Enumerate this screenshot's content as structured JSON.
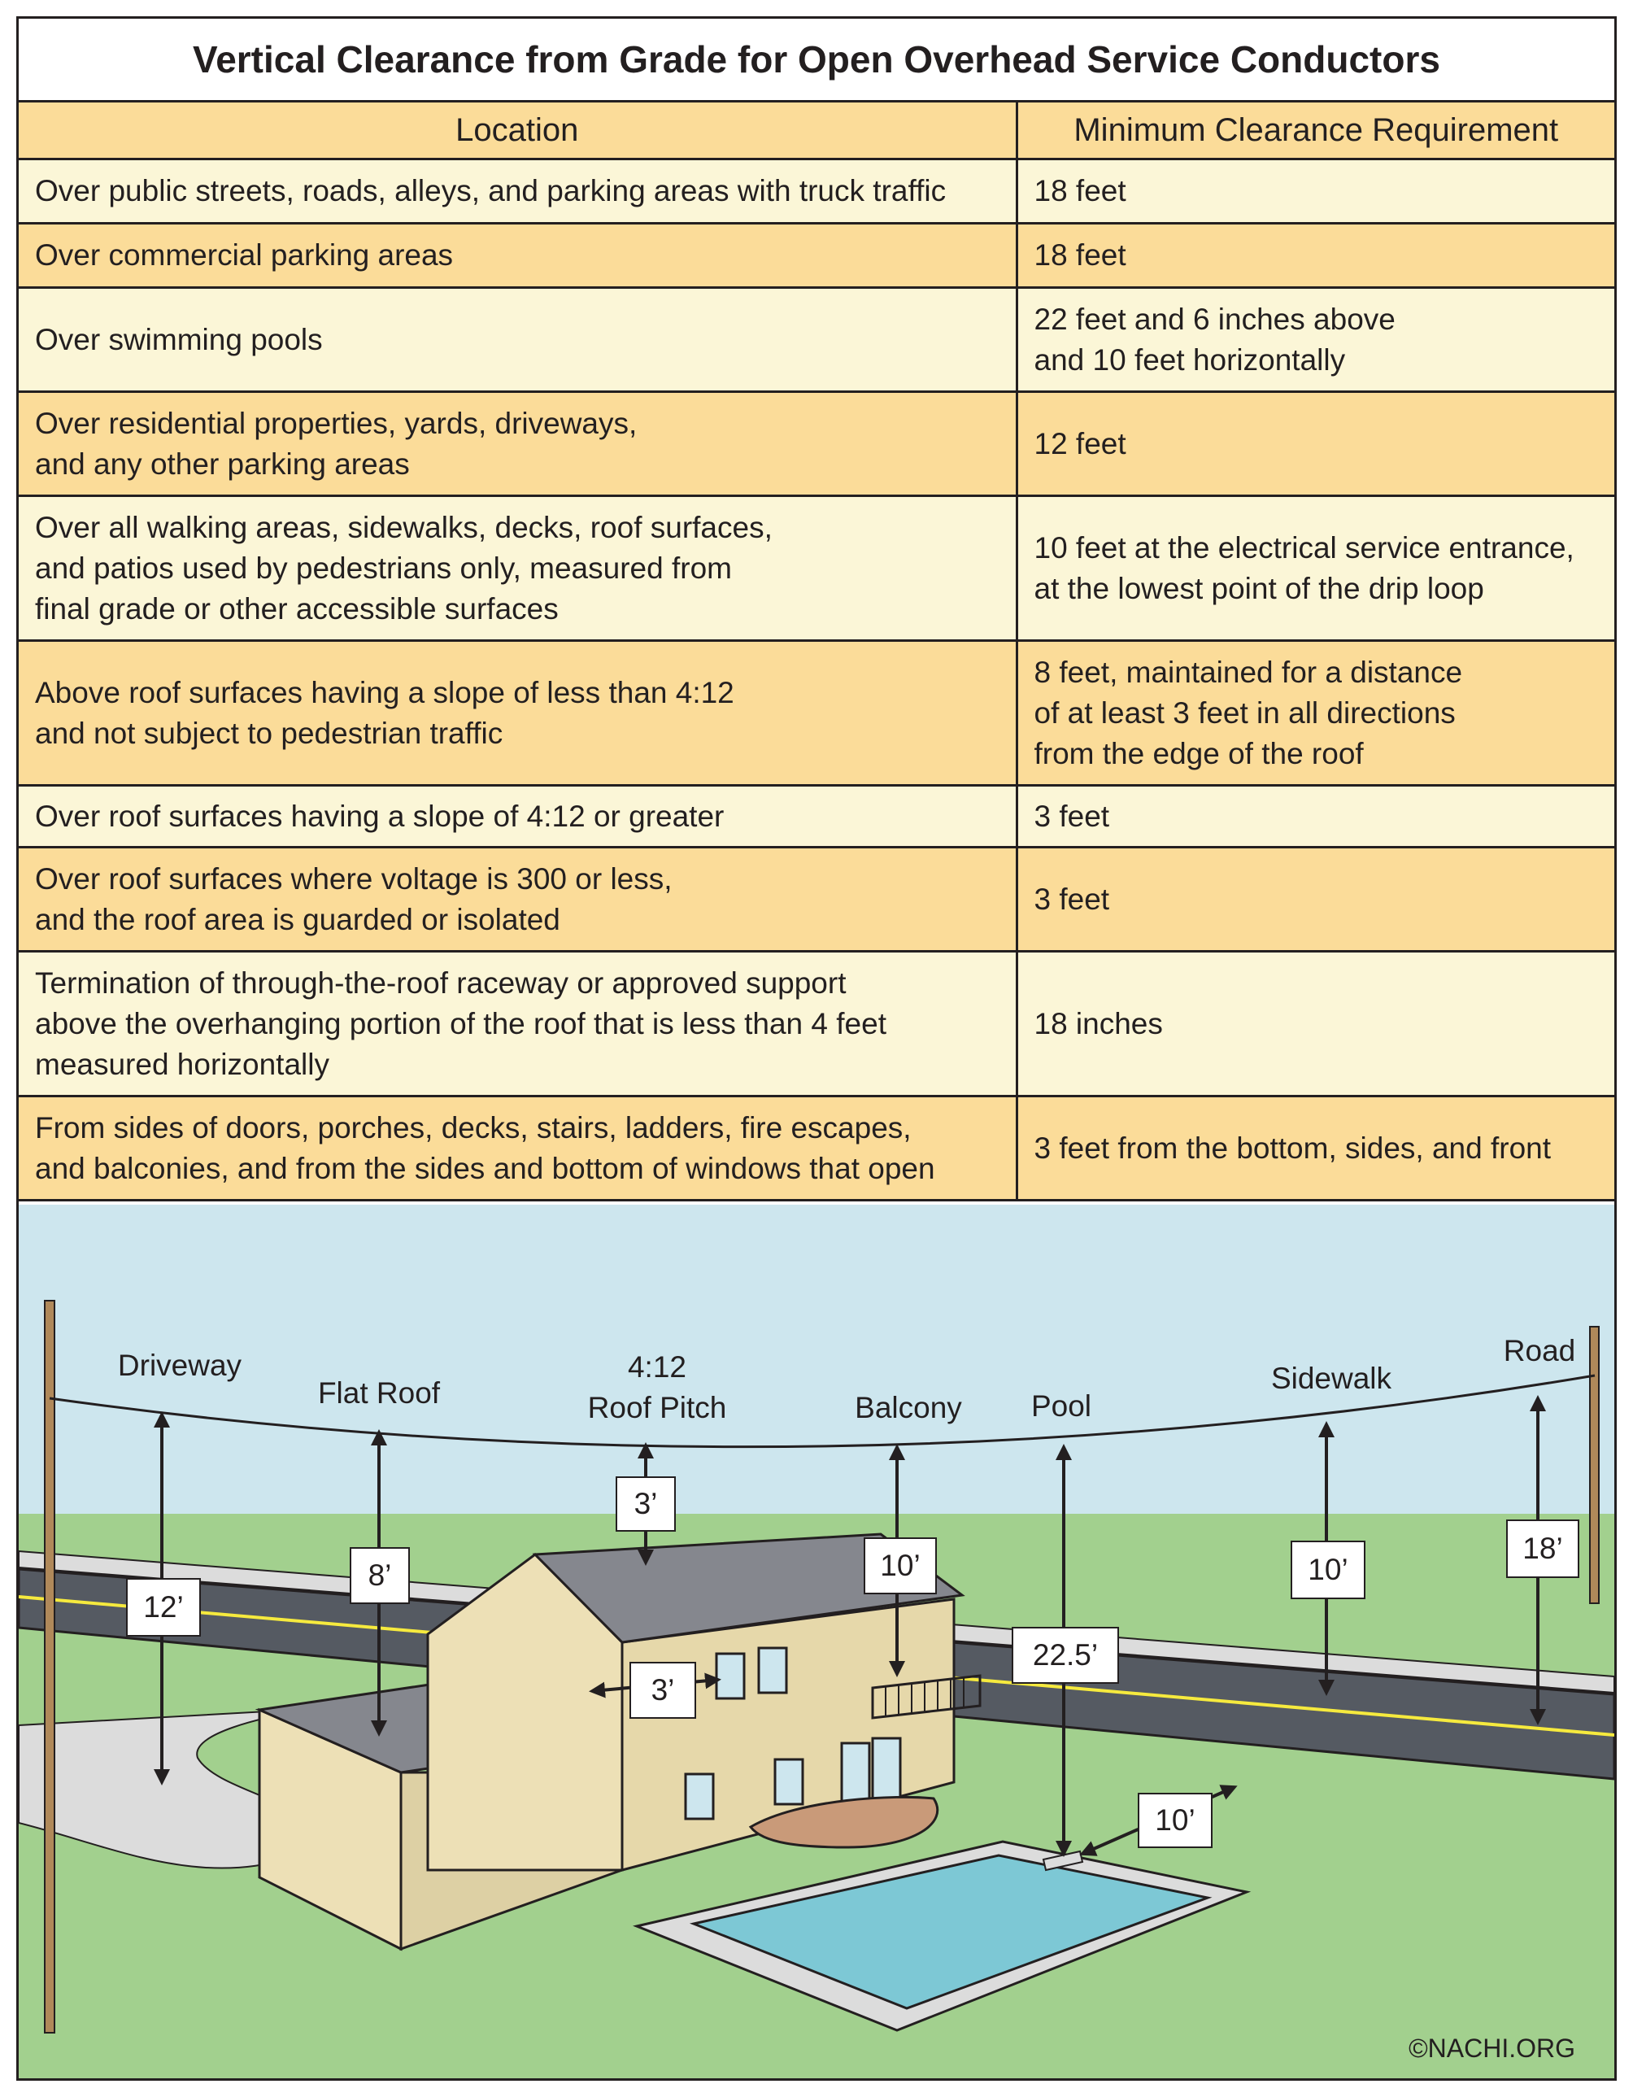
{
  "title": "Vertical Clearance from Grade for Open Overhead Service Conductors",
  "table": {
    "headers": {
      "location": "Location",
      "clearance": "Minimum Clearance Requirement"
    },
    "rows": [
      {
        "location": "Over public streets, roads, alleys, and parking areas with truck traffic",
        "clearance": "18 feet"
      },
      {
        "location": "Over commercial parking areas",
        "clearance": "18 feet"
      },
      {
        "location": "Over swimming pools",
        "clearance": "22 feet and 6 inches above\nand 10 feet horizontally"
      },
      {
        "location": "Over residential properties, yards, driveways,\nand any other parking areas",
        "clearance": "12 feet"
      },
      {
        "location": "Over all walking areas, sidewalks, decks, roof surfaces,\nand patios used by pedestrians only, measured from\nfinal grade or other accessible surfaces",
        "clearance": "10 feet at the electrical service entrance,\nat the lowest point of the drip loop"
      },
      {
        "location": "Above roof surfaces having a slope of less than 4:12\nand not subject to pedestrian traffic",
        "clearance": "8 feet, maintained for a distance\nof at least 3 feet in all directions\nfrom the edge of the roof"
      },
      {
        "location": "Over roof surfaces having a slope of 4:12 or greater",
        "clearance": "3 feet"
      },
      {
        "location": "Over roof surfaces where voltage is 300 or less,\nand the roof area is guarded or isolated",
        "clearance": "3 feet"
      },
      {
        "location": "Termination of through-the-roof raceway or approved support\nabove the overhanging portion of the roof that is less than 4 feet\nmeasured horizontally",
        "clearance": "18 inches"
      },
      {
        "location": "From sides of doors, porches, decks, stairs, ladders, fire escapes,\nand balconies, and from the sides and bottom of windows that open",
        "clearance": "3 feet from the bottom, sides, and front"
      }
    ]
  },
  "illustration": {
    "labels": {
      "driveway": "Driveway",
      "flat_roof": "Flat Roof",
      "roof_pitch_1": "4:12",
      "roof_pitch_2": "Roof Pitch",
      "balcony": "Balcony",
      "pool": "Pool",
      "sidewalk": "Sidewalk",
      "road": "Road"
    },
    "measurements": {
      "driveway": "12’",
      "flat_roof": "8’",
      "roof_pitch": "3’",
      "wall_side": "3’",
      "balcony": "10’",
      "pool": "22.5’",
      "pool_horizontal": "10’",
      "sidewalk": "10’",
      "road": "18’"
    },
    "colors": {
      "sky": "#cde6ee",
      "grass": "#a2d08e",
      "road": "#555a62",
      "road_line": "#f6ea3e",
      "sidewalk": "#dcdcdc",
      "house_wall": "#ede0b6",
      "roof": "#85878e",
      "pool_water": "#7dc8d5",
      "pole": "#b0895a"
    }
  },
  "credit": "©NACHI.ORG"
}
